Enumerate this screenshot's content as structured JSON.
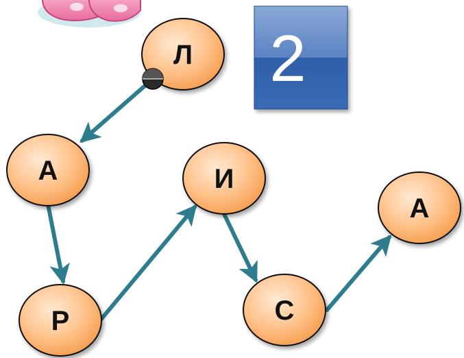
{
  "badge": {
    "number": "2"
  },
  "nodes": [
    {
      "id": "l",
      "letter": "Л"
    },
    {
      "id": "a1",
      "letter": "А"
    },
    {
      "id": "r",
      "letter": "Р"
    },
    {
      "id": "i",
      "letter": "И"
    },
    {
      "id": "s",
      "letter": "С"
    },
    {
      "id": "a2",
      "letter": "А"
    }
  ],
  "edges": [
    {
      "from": "l",
      "to": "a1"
    },
    {
      "from": "a1",
      "to": "r"
    },
    {
      "from": "r",
      "to": "i"
    },
    {
      "from": "i",
      "to": "s"
    },
    {
      "from": "s",
      "to": "a2"
    }
  ],
  "colors": {
    "node_fill_light": "#ffe2c4",
    "node_fill_dark": "#f59c4c",
    "node_stroke": "#111111",
    "arrow": "#2e7d8e",
    "badge_top": "#6a8fc7",
    "badge_bottom": "#2d5ea8"
  },
  "icons": {
    "start_marker": "black-dot-icon",
    "decoration": "pink-shoes-icon"
  }
}
